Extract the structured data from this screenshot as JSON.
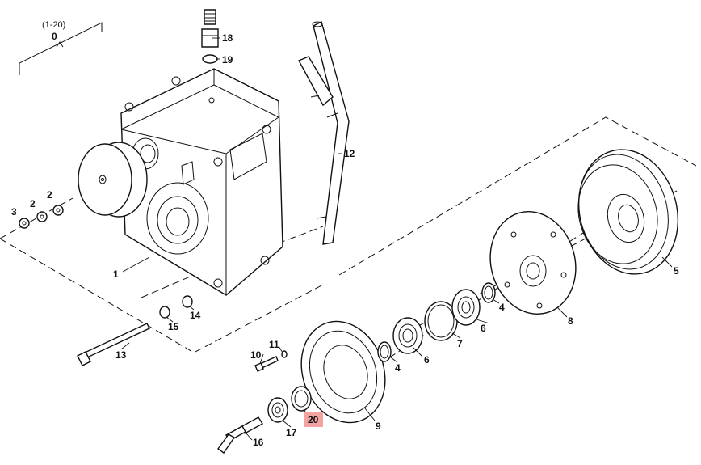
{
  "diagram": {
    "assembly": {
      "range": "(1-20)",
      "number": "0"
    },
    "callouts": {
      "p1": "1",
      "p2a": "2",
      "p2b": "2",
      "p3": "3",
      "p4a": "4",
      "p4b": "4",
      "p5": "5",
      "p6a": "6",
      "p6b": "6",
      "p7": "7",
      "p8": "8",
      "p9": "9",
      "p10": "10",
      "p11": "11",
      "p12": "12",
      "p13": "13",
      "p14": "14",
      "p15": "15",
      "p16": "16",
      "p17": "17",
      "p18": "18",
      "p19": "19",
      "p20": "20"
    },
    "highlighted_part": "20",
    "highlight_color": "#f4a3a3"
  }
}
